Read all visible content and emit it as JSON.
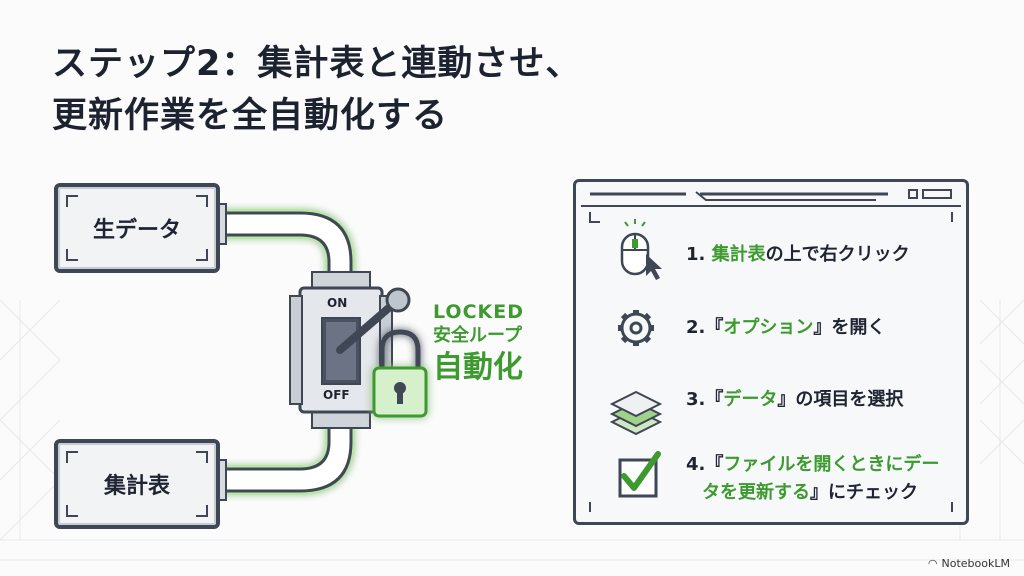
{
  "title": {
    "line1": "ステップ2：集計表と連動させ、",
    "line2": "更新作業を全自動化する"
  },
  "boxes": {
    "raw_data": "生データ",
    "summary": "集計表"
  },
  "switch": {
    "on_label": "ON",
    "off_label": "OFF"
  },
  "lock": {
    "locked": "LOCKED",
    "loop": "安全ループ",
    "auto": "自動化"
  },
  "steps": [
    {
      "num": "1.",
      "highlight": "集計表",
      "rest": "の上で右クリック",
      "icon": "mouse-click-icon"
    },
    {
      "num": "2.",
      "pre": "『",
      "highlight": "オプション",
      "rest": "』を開く",
      "icon": "gear-icon"
    },
    {
      "num": "3.",
      "pre": "『",
      "highlight": "データ",
      "rest": "』の項目を選択",
      "icon": "layers-icon"
    },
    {
      "num": "4.",
      "pre": "『",
      "highlight": "ファイルを開くときにデー",
      "highlight2": "タを更新する",
      "rest": "』にチェック",
      "icon": "checkbox-icon"
    }
  ],
  "colors": {
    "accent_green": "#3c9a2f",
    "dark": "#1f2433",
    "pipe_glow": "#8fd87a"
  },
  "watermark": "NotebookLM"
}
